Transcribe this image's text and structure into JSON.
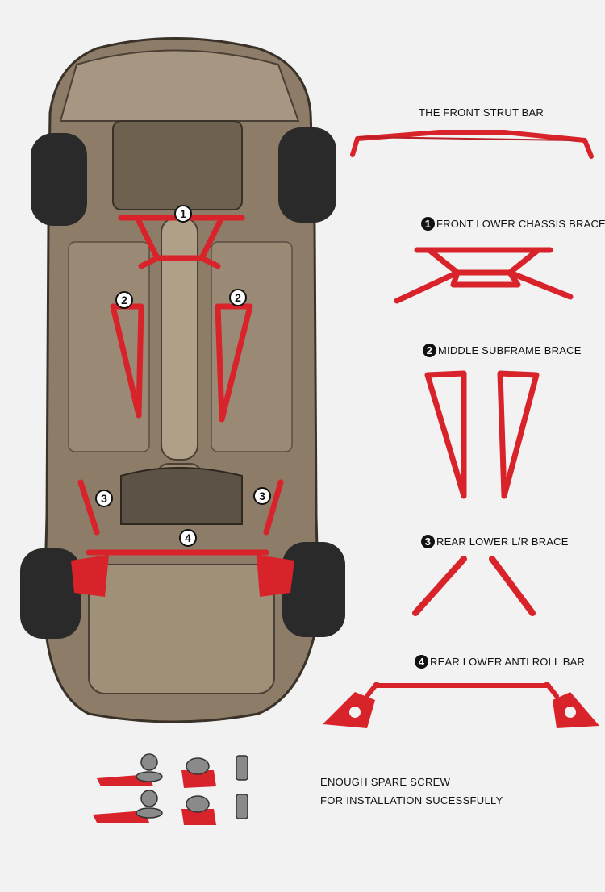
{
  "labels": {
    "front_strut": "THE FRONT STRUT BAR",
    "item1": {
      "num": "1",
      "text": "FRONT LOWER CHASSIS BRACE"
    },
    "item2": {
      "num": "2",
      "text": "MIDDLE SUBFRAME BRACE"
    },
    "item3": {
      "num": "3",
      "text": "REAR LOWER L/R BRACE"
    },
    "item4": {
      "num": "4",
      "text": "REAR LOWER ANTI ROLL BAR"
    }
  },
  "callouts": {
    "one": "1",
    "two": "2",
    "three": "3",
    "four": "4"
  },
  "caption": {
    "line1": "ENOUGH SPARE SCREW",
    "line2": "FOR INSTALLATION SUCESSFULLY"
  },
  "colors": {
    "part_red": "#d8232a",
    "underbody": "#8a7a66",
    "tire": "#2a2a2a"
  }
}
